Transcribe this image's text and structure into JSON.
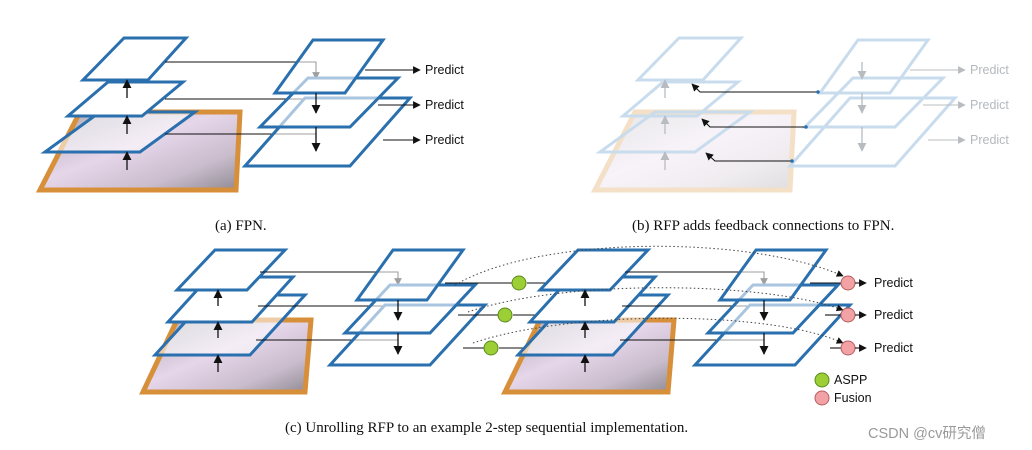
{
  "captions": {
    "a": "(a) FPN.",
    "b": "(b) RFP adds feedback connections to FPN.",
    "c": "(c) Unrolling RFP to an example 2-step sequential implementation."
  },
  "predict_label": "Predict",
  "legend": {
    "aspp": "ASPP",
    "fusion": "Fusion"
  },
  "watermark": "CSDN @cv研究僧",
  "colors": {
    "plane_stroke": "#2a6fae",
    "plane_faded": "#c8dced",
    "image_border": "#d88f3a",
    "aspp": "#9ccf36",
    "fusion": "#f2a1a4",
    "arrow": "#111111",
    "arrow_faded": "#b8bcc0"
  }
}
